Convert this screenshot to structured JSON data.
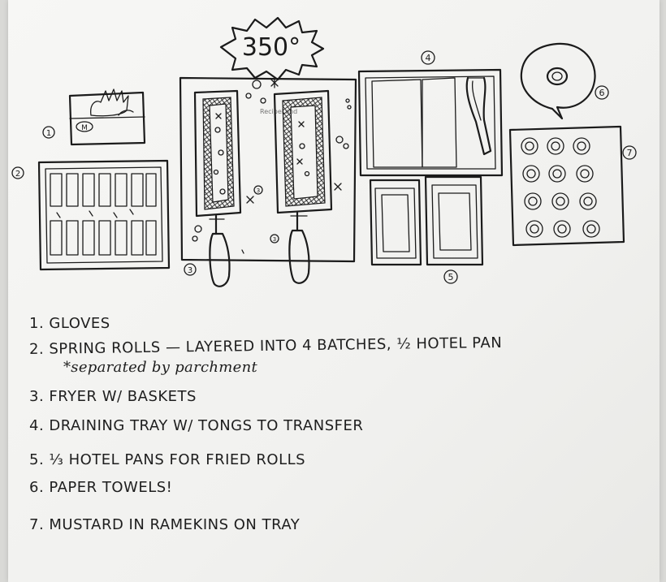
{
  "diagram": {
    "temperature_label": "350°",
    "markers": [
      "1",
      "2",
      "3",
      "4",
      "5",
      "6",
      "7"
    ],
    "glove_box_letter": "M",
    "watermark": "RecipeLand"
  },
  "legend": {
    "items": [
      "1. GLOVES",
      "2. SPRING ROLLS — LAYERED INTO 4 BATCHES, ½ HOTEL PAN",
      "3. FRYER W/ BASKETS",
      "4. DRAINING TRAY W/ TONGS TO TRANSFER",
      "5. ⅓ HOTEL PANS FOR FRIED ROLLS",
      "6. PAPER TOWELS!",
      "7. MUSTARD IN RAMEKINS ON TRAY"
    ],
    "note": "*separated by parchment"
  }
}
